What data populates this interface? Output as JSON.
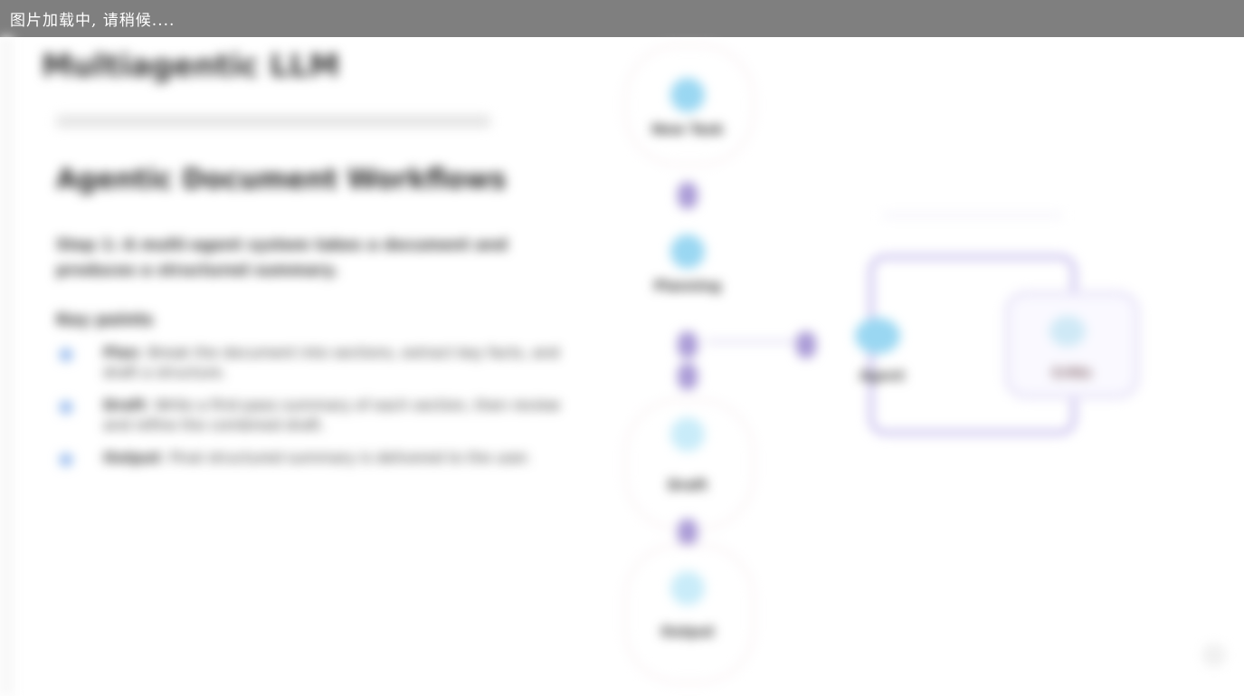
{
  "loading": {
    "text": "图片加载中, 请稍候...."
  },
  "header": {
    "title": "Multiagentic LLM"
  },
  "document": {
    "title": "Agentic Document Workflows",
    "description": "Step 1: A multi-agent system takes a document and produces a structured summary.",
    "steps_title": "Key points",
    "steps": [
      {
        "name": "Plan",
        "text": "Break the document into sections, extract key facts, and draft a structure."
      },
      {
        "name": "Draft",
        "text": "Write a first-pass summary of each section, then review and refine the combined draft."
      },
      {
        "name": "Output",
        "text": "Final structured summary is delivered to the user."
      }
    ]
  },
  "flow": {
    "nodes": [
      {
        "label": "New Task",
        "icon": "task-icon"
      },
      {
        "label": "Planning",
        "icon": "plan-icon"
      },
      {
        "label": "Draft",
        "icon": "draft-icon"
      },
      {
        "label": "Output",
        "icon": "output-icon"
      }
    ]
  },
  "loop": {
    "left_label": "Agent",
    "right_label": "Critic"
  },
  "colors": {
    "loading_bar": "#7f7f7f",
    "accent_blue": "#9ad7f2",
    "accent_purple": "#a99ad6",
    "frame_purple": "#c9c0ee"
  }
}
